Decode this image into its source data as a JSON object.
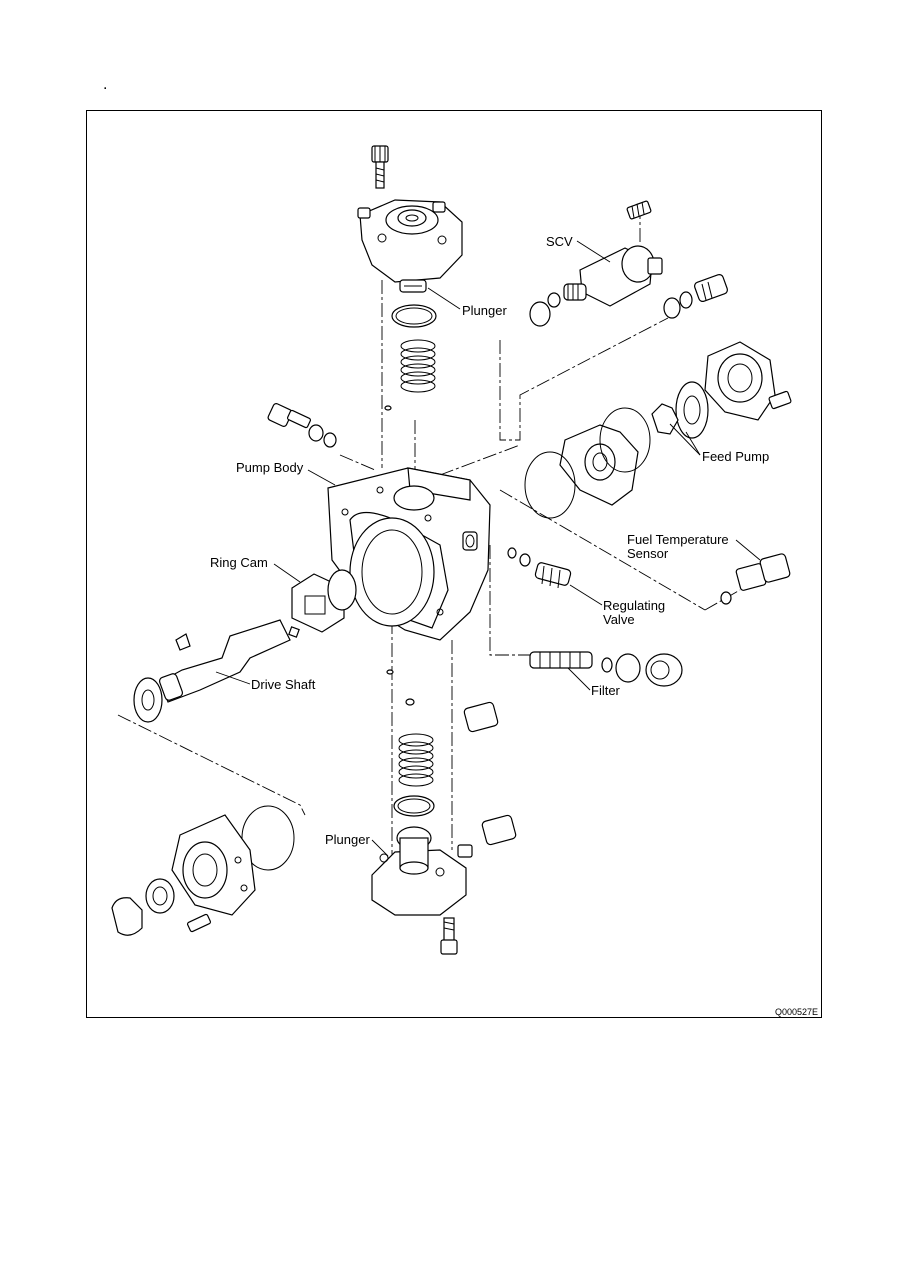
{
  "page": {
    "bullet": "."
  },
  "figure_code": "Q000527E",
  "labels": {
    "scv": "SCV",
    "plunger_top": "Plunger",
    "feed_pump": "Feed Pump",
    "pump_body": "Pump Body",
    "fuel_temp_line1": "Fuel Temperature",
    "fuel_temp_line2": "Sensor",
    "ring_cam": "Ring Cam",
    "regulating_line1": "Regulating",
    "regulating_line2": "Valve",
    "drive_shaft": "Drive Shaft",
    "filter": "Filter",
    "plunger_bottom": "Plunger"
  }
}
